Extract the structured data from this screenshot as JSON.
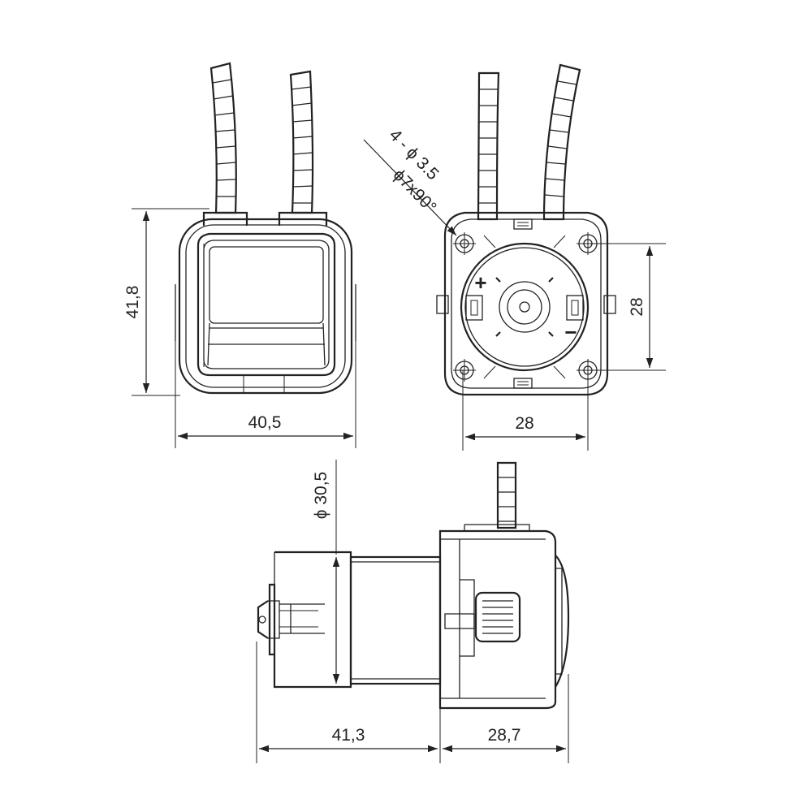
{
  "drawing": {
    "front_view": {
      "height_label": "41,8",
      "width_label": "40,5"
    },
    "rear_view": {
      "hole_note_line1": "4 - ϕ 3.5",
      "hole_note_line2": "ϕ7x90°",
      "plus_label": "+",
      "minus_label": "−",
      "width_label": "28",
      "height_label": "28"
    },
    "side_view": {
      "diameter_label": "ϕ 30,5",
      "motor_length_label": "41,3",
      "head_length_label": "28,7"
    }
  }
}
